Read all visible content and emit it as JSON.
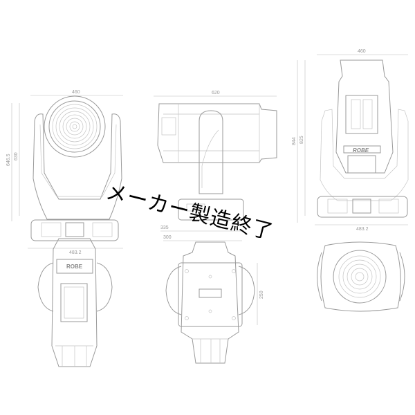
{
  "overlay_text": "メーカー製造終了",
  "brand_label": "ROBE",
  "dimensions": {
    "front_width": "460",
    "front_height_total": "646.5",
    "front_height": "630",
    "front_base_width": "483.2",
    "side_width": "620",
    "side_base_width": "335",
    "base_width": "300",
    "base_depth": "250",
    "back_width": "460",
    "back_height_total": "844",
    "back_height": "825",
    "back_base_width": "483.2"
  },
  "colors": {
    "line": "#9a9a9a",
    "overlay": "#000000"
  }
}
